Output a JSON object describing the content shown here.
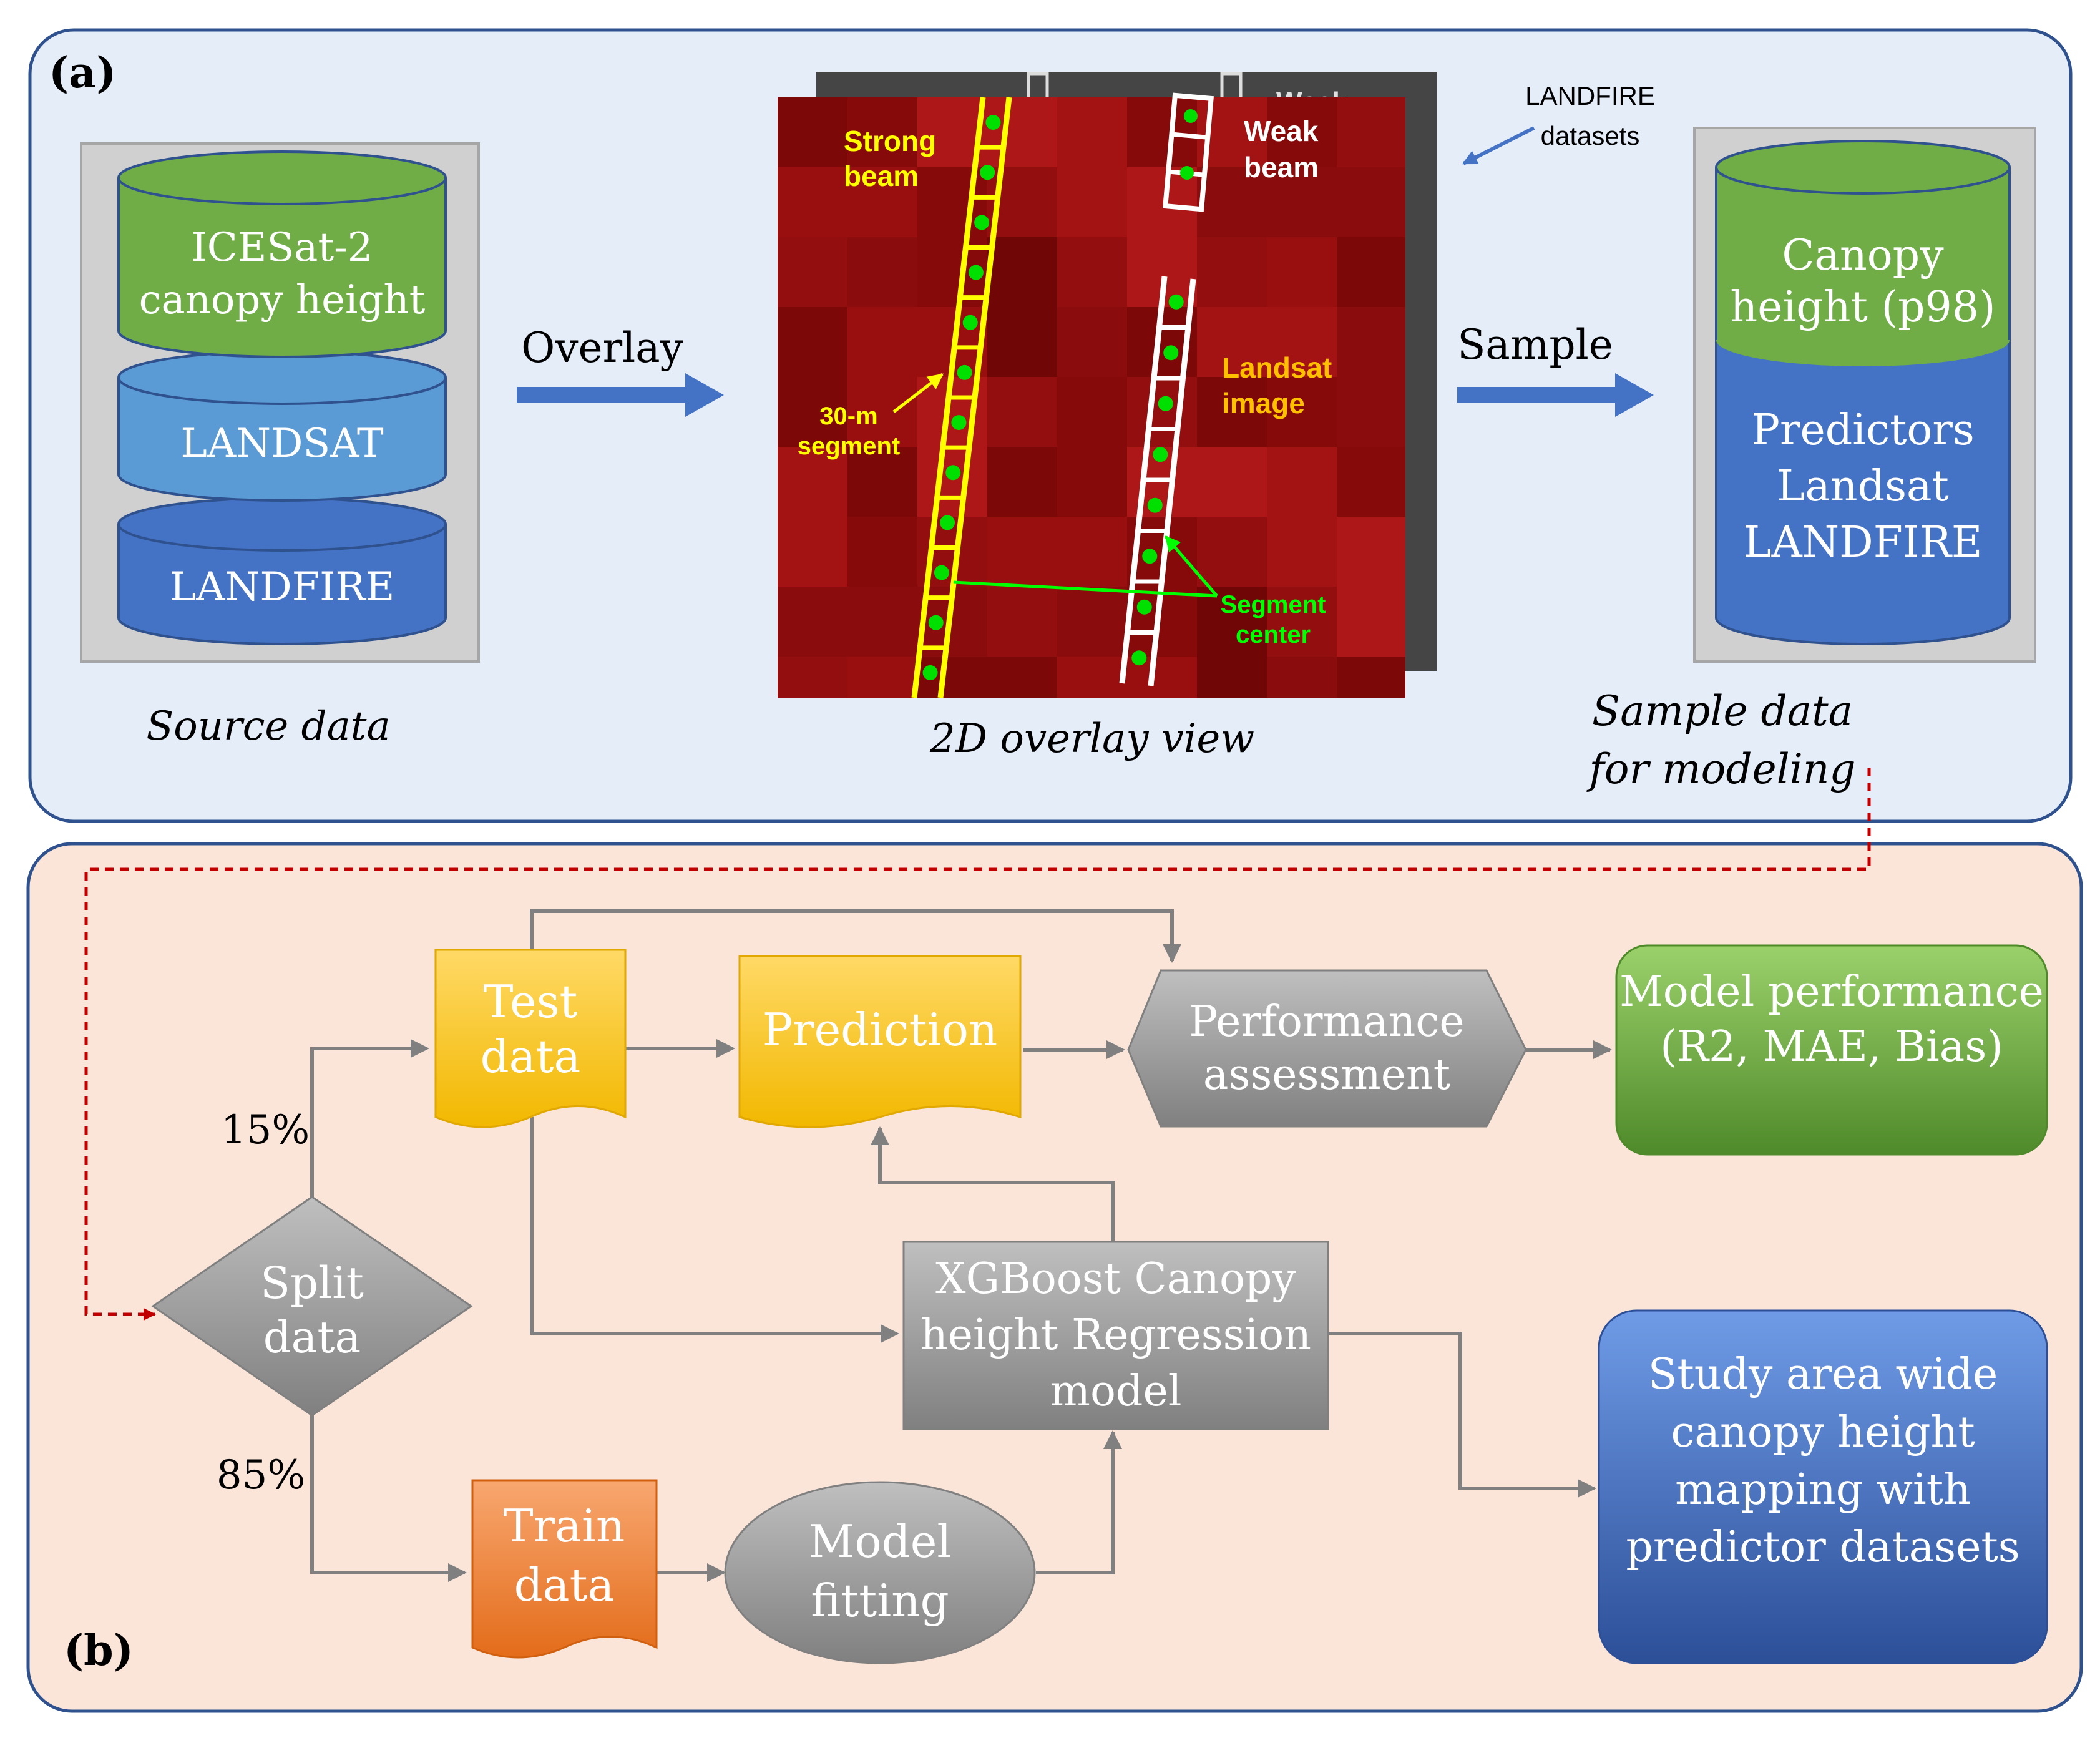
{
  "panel_a": {
    "label": "(a)",
    "source": {
      "caption": "Source data",
      "cylinders": [
        {
          "lines": [
            "ICESat-2",
            "canopy height"
          ],
          "color": "#70ad47"
        },
        {
          "lines": [
            "LANDSAT"
          ],
          "color": "#5b9bd5"
        },
        {
          "lines": [
            "LANDFIRE"
          ],
          "color": "#4472c4"
        }
      ]
    },
    "overlay_arrow_label": "Overlay",
    "sample_arrow_label": "Sample",
    "overlay_view": {
      "caption": "2D overlay view",
      "back_layer_text": "Weak",
      "landfire_note": [
        "LANDFIRE",
        "datasets"
      ],
      "strong_beam": [
        "Strong",
        "beam"
      ],
      "weak_beam": [
        "Weak",
        "beam"
      ],
      "segment": [
        "30-m",
        "segment"
      ],
      "landsat": [
        "Landsat",
        "image"
      ],
      "segment_center": [
        "Segment",
        "center"
      ]
    },
    "sample": {
      "caption": [
        "Sample data",
        "for modeling"
      ],
      "top_lines": [
        "Canopy",
        "height (p98)"
      ],
      "bottom_lines": [
        "Predictors",
        "Landsat",
        "LANDFIRE"
      ]
    },
    "colors": {
      "panel_fill": "#e4edf8",
      "panel_border": "#2f528f",
      "arrow": "#4472c4"
    }
  },
  "panel_b": {
    "label": "(b)",
    "pct_test": "15%",
    "pct_train": "85%",
    "nodes": {
      "split": [
        "Split",
        "data"
      ],
      "test": [
        "Test",
        "data"
      ],
      "train": [
        "Train",
        "data"
      ],
      "prediction": [
        "Prediction"
      ],
      "performance": [
        "Performance",
        "assessment"
      ],
      "model_perf": [
        "Model performance",
        "(R2, MAE, Bias)"
      ],
      "xgboost": [
        "XGBoost Canopy",
        "height Regression",
        "model"
      ],
      "fitting": [
        "Model",
        "fitting"
      ],
      "study": [
        "Study area wide",
        "canopy height",
        "mapping with",
        "predictor datasets"
      ]
    },
    "colors": {
      "panel_fill": "#fae5d8",
      "panel_border": "#2f528f",
      "connector": "#808080",
      "dashed": "#c00000"
    }
  }
}
